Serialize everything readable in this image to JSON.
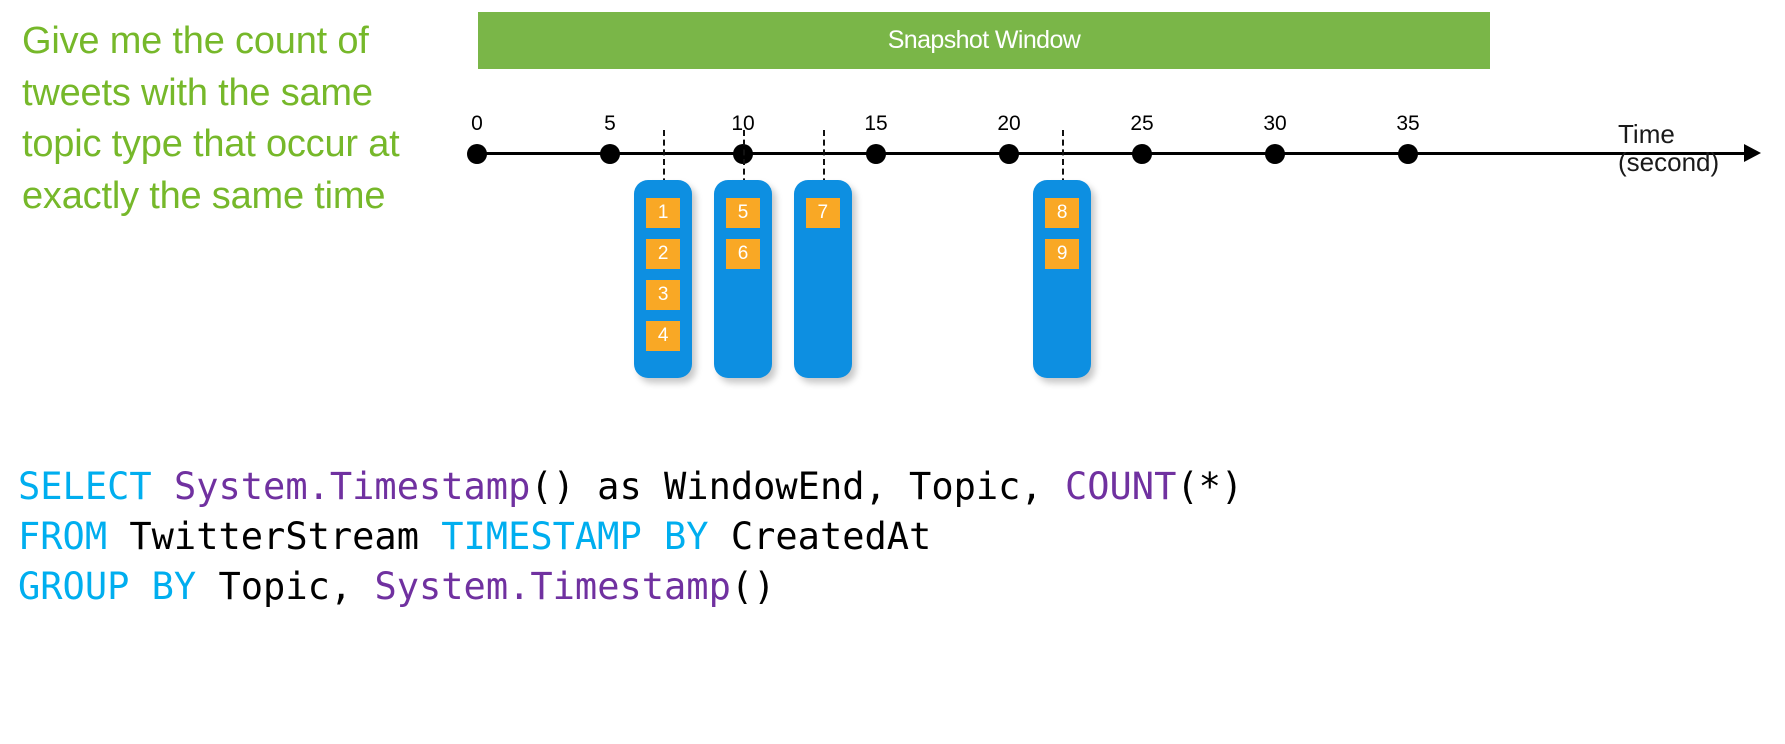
{
  "prompt": {
    "text": "Give me the count of tweets with the same topic type that occur at exactly the same time",
    "color": "#76B82A"
  },
  "banner": {
    "label": "Snapshot Window",
    "background": "#7AB648",
    "text_color": "#FFFFFF"
  },
  "timeline": {
    "axis_title": "Time",
    "axis_unit": "(second)",
    "ticks": [
      {
        "label": "0",
        "value": 0
      },
      {
        "label": "5",
        "value": 5
      },
      {
        "label": "10",
        "value": 10
      },
      {
        "label": "15",
        "value": 15
      },
      {
        "label": "20",
        "value": 20
      },
      {
        "label": "25",
        "value": 25
      },
      {
        "label": "30",
        "value": 30
      },
      {
        "label": "35",
        "value": 35
      }
    ],
    "dot_color": "#000000"
  },
  "event_groups": [
    {
      "name": "group-1",
      "time": 7,
      "tiles": [
        "1",
        "2",
        "3",
        "4"
      ]
    },
    {
      "name": "group-2",
      "time": 10,
      "tiles": [
        "5",
        "6"
      ]
    },
    {
      "name": "group-3",
      "time": 13,
      "tiles": [
        "7"
      ]
    },
    {
      "name": "group-4",
      "time": 22,
      "tiles": [
        "8",
        "9"
      ]
    }
  ],
  "event_style": {
    "box_color": "#0D8FE1",
    "tile_color": "#F9A825",
    "tile_text_color": "#FFFFFF"
  },
  "sql": {
    "lines": [
      {
        "tokens": [
          {
            "t": "SELECT",
            "c": "kw"
          },
          {
            "t": " ",
            "c": "pl"
          },
          {
            "t": "System.Timestamp",
            "c": "fn"
          },
          {
            "t": "() as WindowEnd, Topic, ",
            "c": "pl"
          },
          {
            "t": "COUNT",
            "c": "fn"
          },
          {
            "t": "(*)",
            "c": "pl"
          }
        ]
      },
      {
        "tokens": [
          {
            "t": "FROM",
            "c": "kw"
          },
          {
            "t": " TwitterStream ",
            "c": "pl"
          },
          {
            "t": "TIMESTAMP BY",
            "c": "kw"
          },
          {
            "t": " CreatedAt",
            "c": "pl"
          }
        ]
      },
      {
        "tokens": [
          {
            "t": "GROUP BY",
            "c": "kw"
          },
          {
            "t": " Topic, ",
            "c": "pl"
          },
          {
            "t": "System.Timestamp",
            "c": "fn"
          },
          {
            "t": "()",
            "c": "pl"
          }
        ]
      }
    ],
    "plain_text": "SELECT System.Timestamp() as WindowEnd, Topic, COUNT(*)\nFROM TwitterStream TIMESTAMP BY CreatedAt\nGROUP BY Topic, System.Timestamp()",
    "colors": {
      "keyword": "#00AEEF",
      "function": "#7031A0",
      "plain": "#000000"
    }
  }
}
